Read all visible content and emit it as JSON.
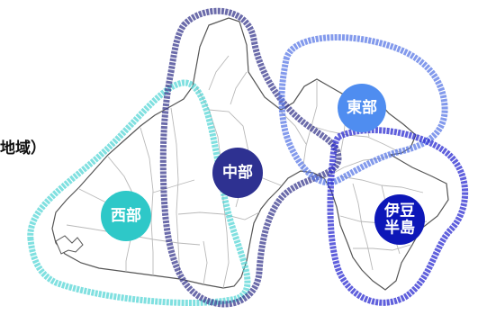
{
  "side_caption": "地域）",
  "regions": [
    {
      "id": "west",
      "label_lines": [
        "西部"
      ],
      "circle_color": "#2ec8c8",
      "outline_color": "#56d6d6"
    },
    {
      "id": "central",
      "label_lines": [
        "中部"
      ],
      "circle_color": "#2e3191",
      "outline_color": "#3a3a8e"
    },
    {
      "id": "east",
      "label_lines": [
        "東部"
      ],
      "circle_color": "#4f8df0",
      "outline_color": "#5a78e6"
    },
    {
      "id": "izu",
      "label_lines": [
        "伊豆",
        "半島"
      ],
      "circle_color": "#0d17b8",
      "outline_color": "#2a2ad0"
    }
  ],
  "map_colors": {
    "land_fill": "#ffffff",
    "prefecture_border": "#555555",
    "municipal_border": "#b9b9b9"
  }
}
